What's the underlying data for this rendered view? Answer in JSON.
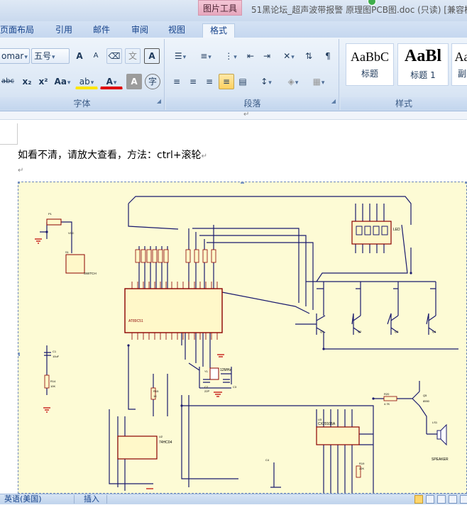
{
  "window": {
    "context_tab": "图片工具",
    "title": "51黑论坛_超声波带报警 原理图PCB图.doc (只读) [兼容模"
  },
  "tabs": [
    {
      "label": "页面布局",
      "active": false
    },
    {
      "label": "引用",
      "active": false
    },
    {
      "label": "邮件",
      "active": false
    },
    {
      "label": "审阅",
      "active": false
    },
    {
      "label": "视图",
      "active": false
    },
    {
      "label": "格式",
      "active": true
    }
  ],
  "font_group": {
    "label": "字体",
    "font_name": "omar",
    "font_size": "五号",
    "grow_label": "A",
    "shrink_label": "A",
    "wen_label": "文",
    "strike_label": "abc",
    "sub_label": "x₂",
    "sup_label": "x²",
    "case_label": "Aa",
    "highlight_label": "ab",
    "color_label": "A",
    "shade_label": "A",
    "circle_label": "字"
  },
  "paragraph_group": {
    "label": "段落"
  },
  "styles_group": {
    "label": "样式",
    "items": [
      {
        "sample": "AaBbC",
        "name": "标题"
      },
      {
        "sample": "AaBl",
        "name": "标题 1"
      },
      {
        "sample": "Aa",
        "name": "副"
      }
    ]
  },
  "document": {
    "line1": "如看不清，请放大查看，方法：ctrl+滚轮"
  },
  "schematic": {
    "mcu_label": "AT89C51",
    "display_label": "LED",
    "crystal_label": "12MHz",
    "buzzer_label": "SPEAKER",
    "ic2_label": "74HC04",
    "ic3_label": "CX20106A",
    "switch_label": "SWITCH",
    "parts": [
      "P1",
      "S1",
      "C1",
      "R14",
      "R15",
      "R20",
      "Y1",
      "C2",
      "C3",
      "Q1",
      "Q2",
      "Q3",
      "Q4",
      "Q5",
      "LS1",
      "U2",
      "U3",
      "C4",
      "R19",
      "VCC"
    ],
    "values": [
      "10uF",
      "10K",
      "1K",
      "4.7K",
      "22P",
      "8550",
      "22K"
    ]
  },
  "status": {
    "language": "英语(美国)",
    "mode": "插入"
  },
  "colors": {
    "ribbon_bg": "#dbe7f5",
    "figure_bg": "#fdfbd5",
    "wire": "#1a1a6e",
    "component": "#8b0000",
    "ground": "#c00000"
  }
}
